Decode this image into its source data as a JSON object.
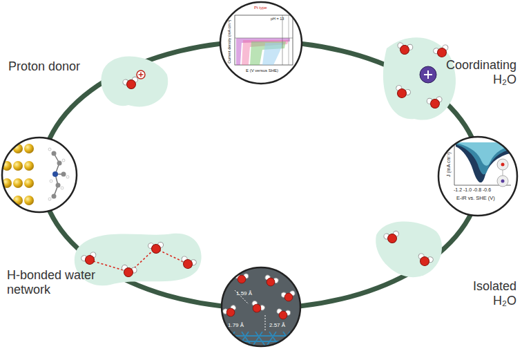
{
  "diagram": {
    "labels": [
      "Proton donor",
      "Coordinating H₂O",
      "H-bonded water network",
      "Isolated H₂O",
      "Pt type",
      "pH = 13",
      "E (V versus SHE)",
      "Current density (mA cm⁻²)",
      "J (mA cm⁻²)",
      "-1.2 -1.0 -0.8 -0.6",
      "E-iR vs. SHE (V)",
      "1.59 Å",
      "1.79 Å",
      "2.57 Å"
    ]
  }
}
